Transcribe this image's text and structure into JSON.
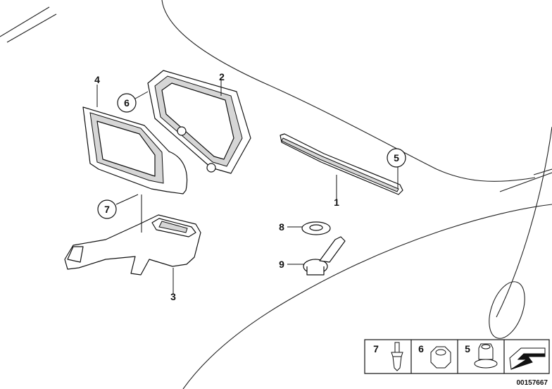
{
  "callouts": {
    "part1": "1",
    "part2": "2",
    "part3": "3",
    "part4": "4",
    "part5": "5",
    "part6": "6",
    "part7": "7",
    "part8": "8",
    "part9": "9"
  },
  "legend": {
    "items": [
      {
        "label": "7",
        "icon": "push-rivet-icon"
      },
      {
        "label": "6",
        "icon": "hex-nut-icon"
      },
      {
        "label": "5",
        "icon": "flange-nut-icon"
      }
    ],
    "direction_icon": "forward-arrow-icon"
  },
  "doc_id": "00157667"
}
